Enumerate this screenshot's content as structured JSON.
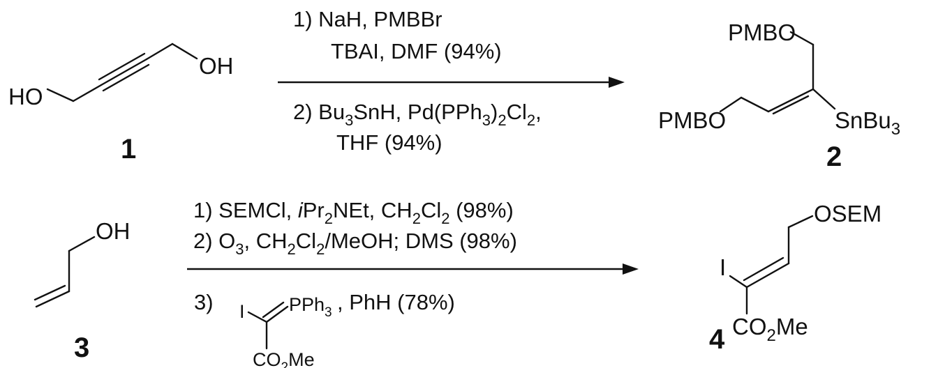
{
  "compounds": {
    "c1": {
      "number": "1",
      "labels": {
        "ho": "HO",
        "oh": "OH"
      }
    },
    "c2": {
      "number": "2",
      "labels": {
        "pmbo_top": "PMBO",
        "pmbo_left": "PMBO",
        "sn": "SnBu",
        "sn_sub": "3"
      }
    },
    "c3": {
      "number": "3",
      "labels": {
        "oh": "OH"
      }
    },
    "c4": {
      "number": "4",
      "labels": {
        "osem": "OSEM",
        "iodo": "I",
        "co": "CO",
        "co_sub": "2",
        "me": "Me"
      }
    }
  },
  "reaction1": {
    "step1": {
      "line1": "1) NaH, PMBBr",
      "line2": "TBAI, DMF (94%)"
    },
    "step2": {
      "pre": "2) Bu",
      "sub1": "3",
      "mid1": "SnH, Pd(PPh",
      "sub2": "3",
      "mid2": ")",
      "sub3": "2",
      "mid3": "Cl",
      "sub4": "2",
      "end": ",",
      "line2": "THF (94%)"
    }
  },
  "reaction2": {
    "step1": {
      "pre": "1) SEMCl, ",
      "ital": "i",
      "mid1": "Pr",
      "sub1": "2",
      "mid2": "NEt, CH",
      "sub2": "2",
      "mid3": "Cl",
      "sub3": "2",
      "end": " (98%)"
    },
    "step2": {
      "pre": "2) O",
      "sub1": "3",
      "mid1": ", CH",
      "sub2": "2",
      "mid2": "Cl",
      "sub3": "2",
      "end": "/MeOH; DMS (98%)"
    },
    "step3": {
      "pre": "3)",
      "end": ", PhH (78%)",
      "reagent": {
        "iodo": "I",
        "pph": "PPh",
        "pph_sub": "3",
        "co": "CO",
        "co_sub": "2",
        "me": "Me"
      }
    }
  }
}
